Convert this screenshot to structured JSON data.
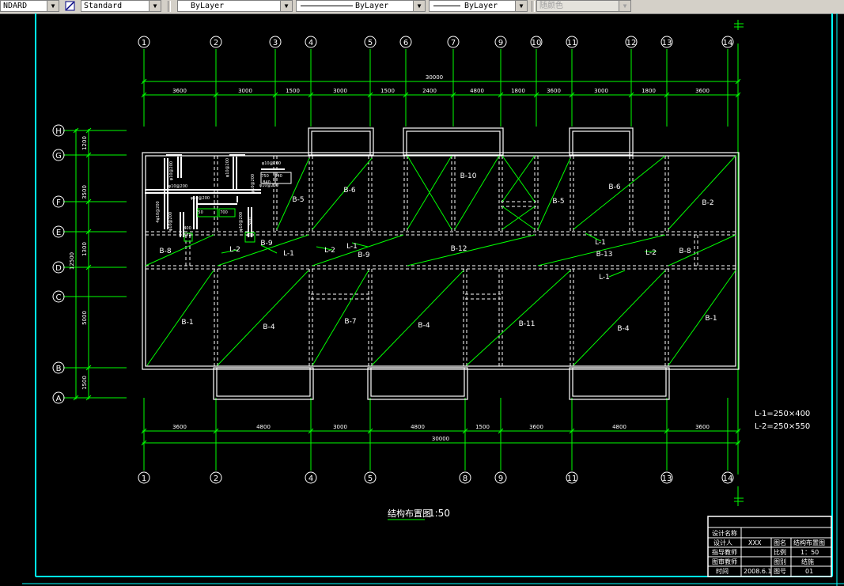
{
  "toolbar": {
    "text_style": "NDARD",
    "dim_style": "Standard",
    "layer": "ByLayer",
    "linetype": "ByLayer",
    "lineweight": "ByLayer",
    "color": "随颜色"
  },
  "colors": {
    "background": "#000000",
    "grid": "#00ff00",
    "walls": "#ffffff",
    "border": "#00ffff",
    "rebar": "#ffffff"
  },
  "drawing": {
    "title": "结构布置图",
    "scale": "1:50",
    "top_axes": [
      "1",
      "2",
      "3",
      "4",
      "5",
      "6",
      "7",
      "9",
      "10",
      "11",
      "12",
      "13",
      "14"
    ],
    "bottom_axes": [
      "1",
      "2",
      "4",
      "5",
      "8",
      "9",
      "11",
      "13",
      "14"
    ],
    "row_axes": [
      "H",
      "G",
      "F",
      "E",
      "D",
      "C",
      "B",
      "A"
    ],
    "top_total": "30000",
    "top_dims": [
      "3600",
      "3000",
      "1500",
      "3000",
      "1500",
      "2400",
      "4800",
      "1800",
      "3600",
      "3000",
      "1800",
      "3600"
    ],
    "bottom_total": "30000",
    "bottom_dims": [
      "3600",
      "4800",
      "3000",
      "4800",
      "1500",
      "3600",
      "4800",
      "3600"
    ],
    "left_dims": [
      "1200",
      "3500",
      "1300",
      "5000",
      "1500"
    ],
    "left_total": "12500",
    "slabs": [
      "B-5",
      "B-6",
      "B-10",
      "B-5",
      "B-6",
      "B-2",
      "B-8",
      "L-2",
      "B-9",
      "L-1",
      "L-2",
      "L-1",
      "B-9",
      "B-12",
      "L-1",
      "B-13",
      "L-2",
      "B-8",
      "L-1",
      "B-1",
      "B-4",
      "B-7",
      "B-4",
      "B-11",
      "B-4",
      "B-1"
    ],
    "rebar_labels": [
      "φ10@200",
      "φ10@200",
      "4φ10@200",
      "φ10@200",
      "φ10@200",
      "φ10@200",
      "φ10@200",
      "φ10@200",
      "φ10@200",
      "φ10@200",
      "750",
      "700",
      "750",
      "840",
      "840",
      "570",
      "400",
      "400",
      "500"
    ],
    "beam_notes": [
      "L-1=250×400",
      "L-2=250×550"
    ]
  },
  "title_block": {
    "rows": [
      {
        "label": "设计名称",
        "value": "",
        "label2": "",
        "value2": ""
      },
      {
        "label": "设计人",
        "value": "XXX",
        "label2": "图名",
        "value2": "结构布置图"
      },
      {
        "label": "指导教师",
        "value": "",
        "label2": "比例",
        "value2": "1：50"
      },
      {
        "label": "图审教师",
        "value": "",
        "label2": "图别",
        "value2": "结施"
      },
      {
        "label": "时间",
        "value": "2008.6.1",
        "label2": "图号",
        "value2": "01"
      }
    ]
  }
}
